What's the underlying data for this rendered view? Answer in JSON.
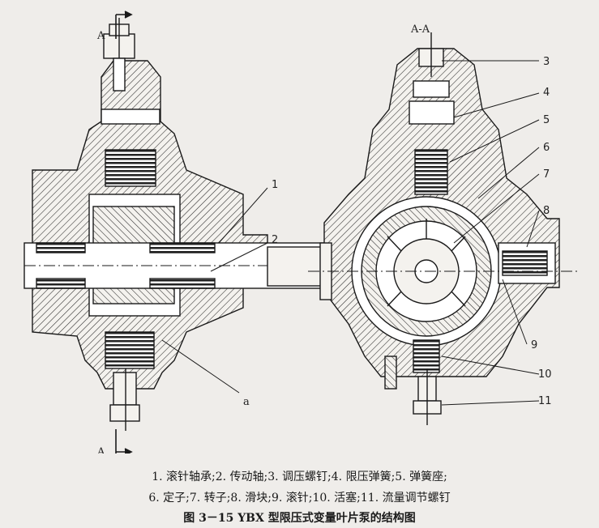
{
  "section_labels": {
    "top_left": "A",
    "bottom_left": "A",
    "right_view": "A-A",
    "side_mark": "a"
  },
  "part_numbers": [
    "1",
    "2",
    "3",
    "4",
    "5",
    "6",
    "7",
    "8",
    "9",
    "10",
    "11"
  ],
  "legend_line1": "1. 滚针轴承;2. 传动轴;3. 调压螺钉;4. 限压弹簧;5. 弹簧座;",
  "legend_line2": "6. 定子;7. 转子;8. 滑块;9. 滚针;10. 活塞;11. 流量调节螺钉",
  "figure_title": "图 3－15  YBX 型限压式变量叶片泵的结构图",
  "colors": {
    "ink": "#1a1a1a",
    "paper": "#efedea"
  }
}
